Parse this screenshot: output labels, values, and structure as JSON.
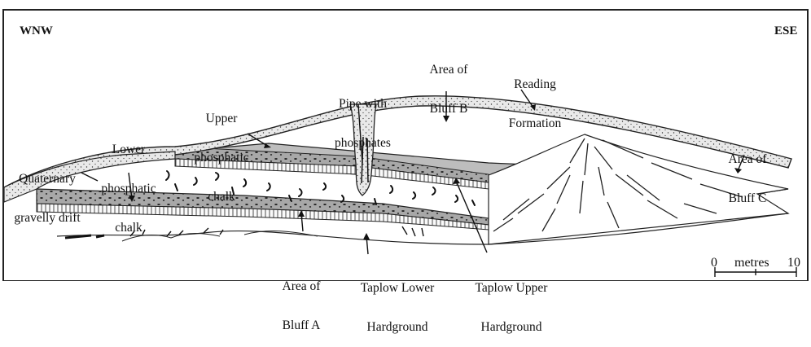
{
  "orientation": {
    "left": "WNW",
    "right": "ESE"
  },
  "labels": {
    "area_bluff_b_1": "Area of",
    "area_bluff_b_2": "Bluff B",
    "reading_1": "Reading",
    "reading_2": "Formation",
    "pipe_1": "Pipe with",
    "pipe_2": "phosphates",
    "upper_chalk_1": "Upper",
    "upper_chalk_2": "phosphatic",
    "upper_chalk_3": "chalk",
    "lower_chalk_1": "Lower",
    "lower_chalk_2": "phosphatic",
    "lower_chalk_3": "chalk",
    "quaternary_1": "Quaternary",
    "quaternary_2": "gravelly drift",
    "area_bluff_c_1": "Area of",
    "area_bluff_c_2": "Bluff C",
    "area_bluff_a_1": "Area of",
    "area_bluff_a_2": "Bluff A",
    "taplow_lower_1": "Taplow Lower",
    "taplow_lower_2": "Hardground",
    "taplow_upper_1": "Taplow Upper",
    "taplow_upper_2": "Hardground"
  },
  "scale_bar": {
    "min": "0",
    "unit": "metres",
    "max": "10"
  },
  "colors": {
    "grey_chalk": "#bdbdbd",
    "dark_band": "#9a9a9a",
    "stipple": "#e6e6e6",
    "line": "#1a1a1a"
  }
}
